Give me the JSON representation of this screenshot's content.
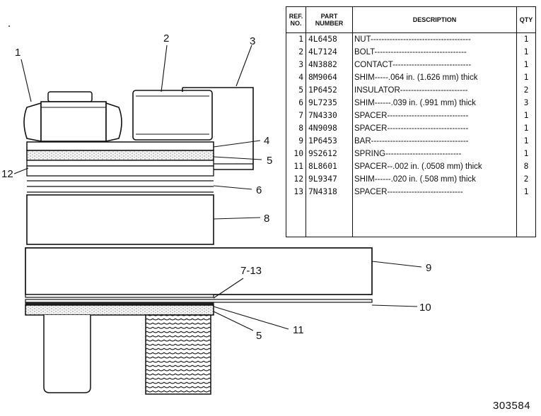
{
  "callouts": {
    "c1": "1",
    "c2": "2",
    "c3": "3",
    "c4": "4",
    "c5a": "5",
    "c6": "6",
    "c8": "8",
    "c9": "9",
    "c7_13": "7-13",
    "c10": "10",
    "c5b": "5",
    "c11": "11",
    "c12": "12"
  },
  "table": {
    "headers": {
      "ref": "REF. NO.",
      "part": "PART NUMBER",
      "desc": "DESCRIPTION",
      "qty": "QTY"
    },
    "rows": [
      {
        "ref": "1",
        "part": "4L6458",
        "desc": "NUT-------------------------------------",
        "qty": "1"
      },
      {
        "ref": "2",
        "part": "4L7124",
        "desc": "BOLT----------------------------------",
        "qty": "1"
      },
      {
        "ref": "3",
        "part": "4N3882",
        "desc": "CONTACT-----------------------------",
        "qty": "1"
      },
      {
        "ref": "4",
        "part": "8M9064",
        "desc": "SHIM-----.064 in. (1.626 mm) thick",
        "qty": "1"
      },
      {
        "ref": "5",
        "part": "1P6452",
        "desc": "INSULATOR-------------------------",
        "qty": "2"
      },
      {
        "ref": "6",
        "part": "9L7235",
        "desc": "SHIM------.039 in. (.991 mm) thick",
        "qty": "3"
      },
      {
        "ref": "7",
        "part": "7N4330",
        "desc": "SPACER------------------------------",
        "qty": "1"
      },
      {
        "ref": "8",
        "part": "4N9098",
        "desc": "SPACER------------------------------",
        "qty": "1"
      },
      {
        "ref": "9",
        "part": "1P6453",
        "desc": "BAR------------------------------------",
        "qty": "1"
      },
      {
        "ref": "10",
        "part": "9S2612",
        "desc": "SPRING----------------------------",
        "qty": "1"
      },
      {
        "ref": "11",
        "part": "8L8601",
        "desc": "SPACER--.002 in. (.0508 mm) thick",
        "qty": "8"
      },
      {
        "ref": "12",
        "part": "9L9347",
        "desc": "SHIM------.020 in. (.508 mm) thick",
        "qty": "2"
      },
      {
        "ref": "13",
        "part": "7N4318",
        "desc": "SPACER----------------------------",
        "qty": "1"
      }
    ]
  },
  "drawing_number": "303584"
}
